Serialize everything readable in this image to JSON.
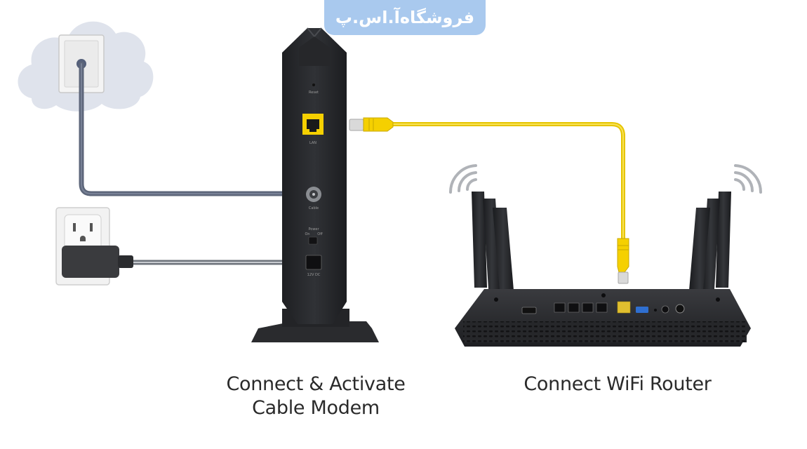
{
  "watermark": {
    "text": "فروشگاه‌آ.اس.پ"
  },
  "captions": {
    "modem_line1": "Connect & Activate",
    "modem_line2": "Cable Modem",
    "router": "Connect WiFi Router"
  },
  "modem_labels": {
    "reset": "Reset",
    "lan": "LAN",
    "cable": "Cable",
    "power": "Power",
    "on": "On",
    "off": "Off",
    "dc_in": "12V DC"
  },
  "colors": {
    "ethernet_cable": "#f5d000",
    "coax_cable": "#5d667a",
    "device_body": "#2a2b2e",
    "cloud": "#dfe3ec",
    "watermark_bg": "#a9c9ee"
  },
  "icons": {
    "wifi_left": "wifi-waves-icon",
    "wifi_right": "wifi-waves-icon"
  }
}
